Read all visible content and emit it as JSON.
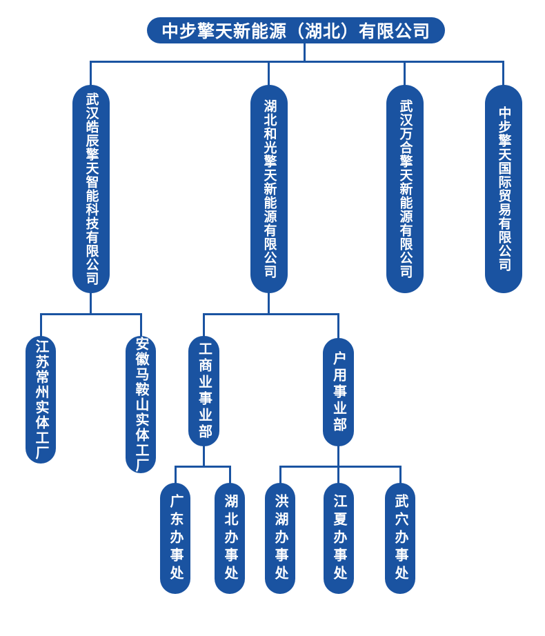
{
  "colors": {
    "primary": "#1a53a1",
    "pill_text": "#ffffff",
    "background": "#ffffff"
  },
  "chart_data": {
    "type": "org-chart",
    "title": "中步擎天新能源（湖北）有限公司"
  },
  "org": {
    "root": "中步擎天新能源（湖北）有限公司",
    "subsidiaries": [
      {
        "name": "武汉皓辰擎天智能科技有限公司",
        "children": [
          {
            "name": "江苏常州实体工厂"
          },
          {
            "name": "安徽马鞍山实体工厂"
          }
        ]
      },
      {
        "name": "湖北和光擎天新能源有限公司",
        "children": [
          {
            "name": "工商业事业部",
            "children": [
              {
                "name": "广东办事处"
              },
              {
                "name": "湖北办事处"
              }
            ]
          },
          {
            "name": "户用事业部",
            "children": [
              {
                "name": "洪湖办事处"
              },
              {
                "name": "江夏办事处"
              },
              {
                "name": "武穴办事处"
              }
            ]
          }
        ]
      },
      {
        "name": "武汉万合擎天新能源有限公司",
        "children": []
      },
      {
        "name": "中步擎天国际贸易有限公司",
        "children": []
      }
    ]
  }
}
